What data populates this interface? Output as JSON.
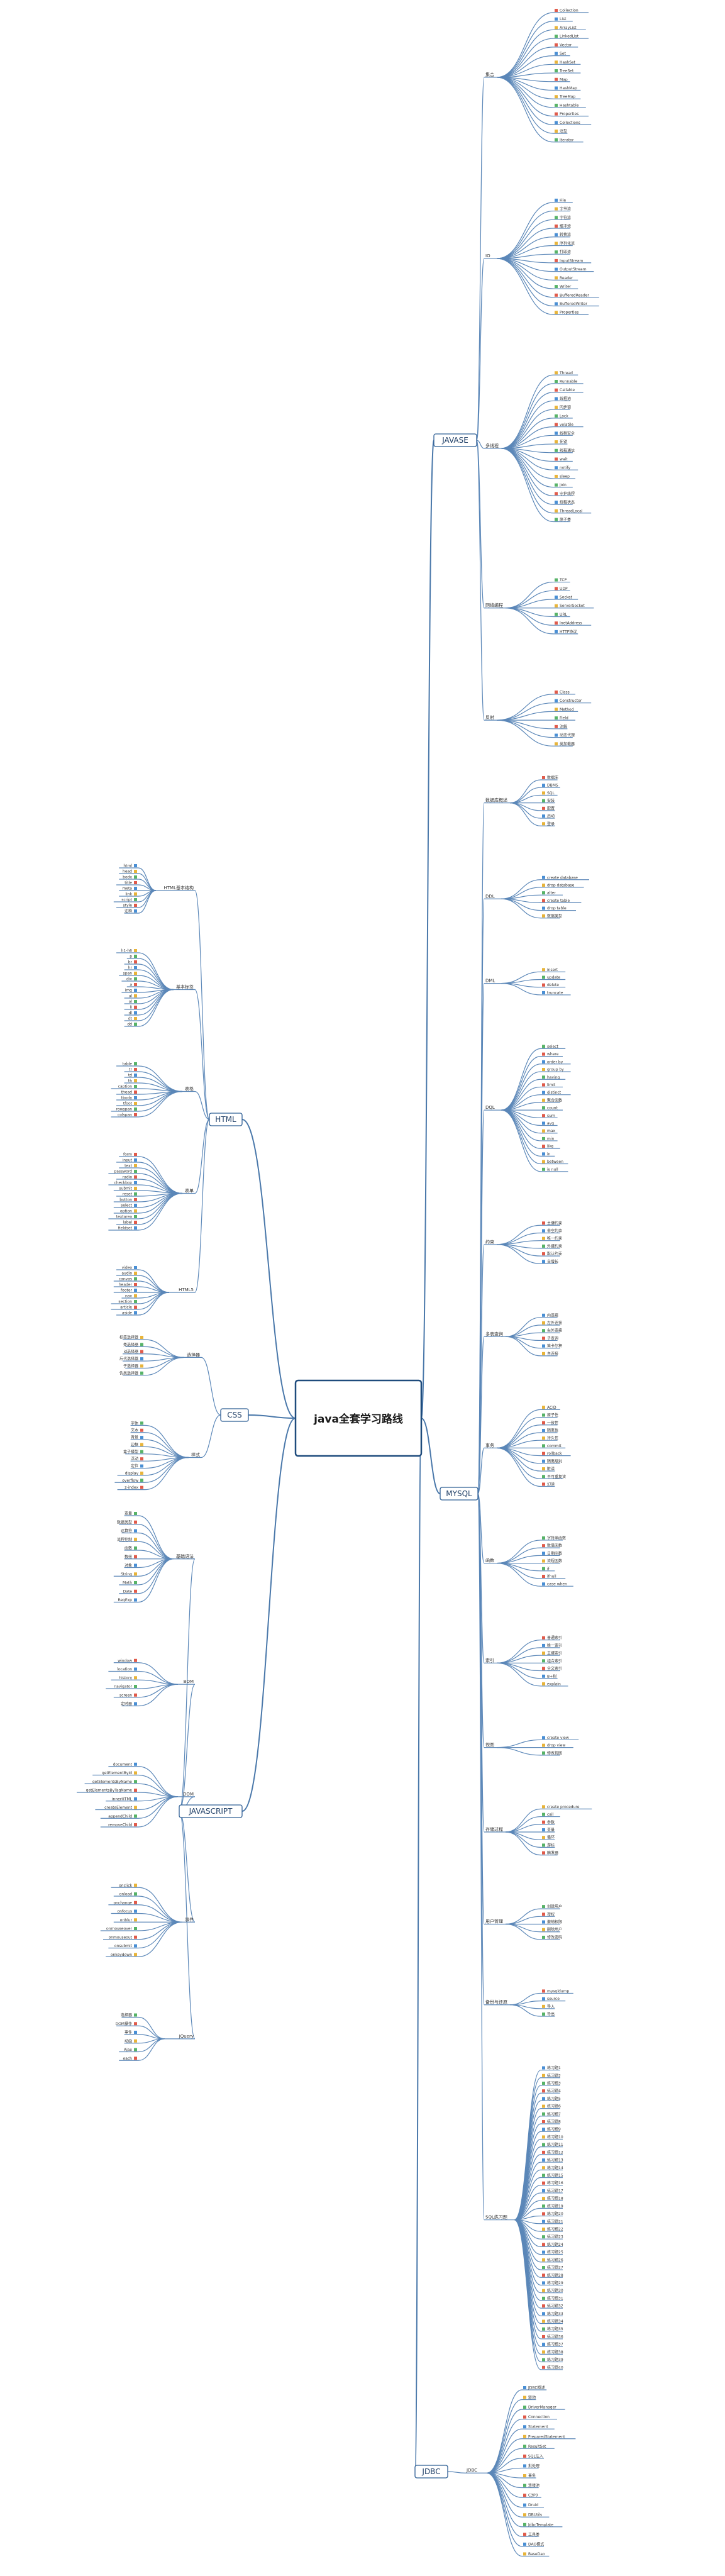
{
  "center": {
    "title": "java全套学习路线"
  },
  "branches": [
    {
      "id": "javase",
      "label": "JAVASE",
      "categories": [
        {
          "label": "集合",
          "leaves": [
            "Collection",
            "List",
            "ArrayList",
            "LinkedList",
            "Vector",
            "Set",
            "HashSet",
            "TreeSet",
            "Map",
            "HashMap",
            "TreeMap",
            "Hashtable",
            "Properties",
            "Collections",
            "泛型",
            "Iterator"
          ]
        },
        {
          "label": "IO",
          "leaves": [
            "File",
            "字节流",
            "字符流",
            "缓冲流",
            "转换流",
            "序列化流",
            "打印流",
            "InputStream",
            "OutputStream",
            "Reader",
            "Writer",
            "BufferedReader",
            "BufferedWriter",
            "Properties"
          ]
        },
        {
          "label": "多线程",
          "leaves": [
            "Thread",
            "Runnable",
            "Callable",
            "线程池",
            "同步锁",
            "Lock",
            "volatile",
            "线程安全",
            "死锁",
            "线程通信",
            "wait",
            "notify",
            "sleep",
            "join",
            "守护线程",
            "线程状态",
            "ThreadLocal",
            "原子类"
          ]
        },
        {
          "label": "网络编程",
          "leaves": [
            "TCP",
            "UDP",
            "Socket",
            "ServerSocket",
            "URL",
            "InetAddress",
            "HTTP协议"
          ]
        },
        {
          "label": "反射",
          "leaves": [
            "Class",
            "Constructor",
            "Method",
            "Field",
            "注解",
            "动态代理",
            "类加载器"
          ]
        }
      ]
    },
    {
      "id": "html",
      "label": "HTML",
      "categories": [
        {
          "label": "HTML基本结构",
          "leaves": [
            "html",
            "head",
            "body",
            "title",
            "meta",
            "link",
            "script",
            "style",
            "注释"
          ]
        },
        {
          "label": "基本标签",
          "leaves": [
            "h1-h6",
            "p",
            "br",
            "hr",
            "span",
            "div",
            "a",
            "img",
            "ul",
            "ol",
            "li",
            "dl",
            "dt",
            "dd"
          ]
        },
        {
          "label": "表格",
          "leaves": [
            "table",
            "tr",
            "td",
            "th",
            "caption",
            "thead",
            "tbody",
            "tfoot",
            "rowspan",
            "colspan"
          ]
        },
        {
          "label": "表单",
          "leaves": [
            "form",
            "input",
            "text",
            "password",
            "radio",
            "checkbox",
            "submit",
            "reset",
            "button",
            "select",
            "option",
            "textarea",
            "label",
            "fieldset"
          ]
        },
        {
          "label": "HTML5",
          "leaves": [
            "video",
            "audio",
            "canvas",
            "header",
            "footer",
            "nav",
            "section",
            "article",
            "aside"
          ]
        }
      ]
    },
    {
      "id": "css",
      "label": "CSS",
      "categories": [
        {
          "label": "选择器",
          "leaves": [
            "标签选择器",
            "类选择器",
            "id选择器",
            "后代选择器",
            "子选择器",
            "伪类选择器"
          ]
        },
        {
          "label": "样式",
          "leaves": [
            "字体",
            "文本",
            "背景",
            "边框",
            "盒子模型",
            "浮动",
            "定位",
            "display",
            "overflow",
            "z-index"
          ]
        }
      ]
    },
    {
      "id": "javascript",
      "label": "JAVASCRIPT",
      "categories": [
        {
          "label": "基础语法",
          "leaves": [
            "变量",
            "数据类型",
            "运算符",
            "流程控制",
            "函数",
            "数组",
            "对象",
            "String",
            "Math",
            "Date",
            "RegExp"
          ]
        },
        {
          "label": "BOM",
          "leaves": [
            "window",
            "location",
            "history",
            "navigator",
            "screen",
            "定时器"
          ]
        },
        {
          "label": "DOM",
          "leaves": [
            "document",
            "getElementById",
            "getElementsByName",
            "getElementsByTagName",
            "innerHTML",
            "createElement",
            "appendChild",
            "removeChild"
          ]
        },
        {
          "label": "事件",
          "leaves": [
            "onclick",
            "onload",
            "onchange",
            "onfocus",
            "onblur",
            "onmouseover",
            "onmouseout",
            "onsubmit",
            "onkeydown"
          ]
        },
        {
          "label": "jQuery",
          "leaves": [
            "选择器",
            "DOM操作",
            "事件",
            "动画",
            "Ajax",
            "each"
          ]
        }
      ]
    },
    {
      "id": "mysql",
      "label": "MYSQL",
      "categories": [
        {
          "label": "数据库概述",
          "leaves": [
            "数据库",
            "DBMS",
            "SQL",
            "安装",
            "配置",
            "启动",
            "登录"
          ]
        },
        {
          "label": "DDL",
          "leaves": [
            "create database",
            "drop database",
            "alter",
            "create table",
            "drop table",
            "数据类型"
          ]
        },
        {
          "label": "DML",
          "leaves": [
            "insert",
            "update",
            "delete",
            "truncate"
          ]
        },
        {
          "label": "DQL",
          "leaves": [
            "select",
            "where",
            "order by",
            "group by",
            "having",
            "limit",
            "distinct",
            "聚合函数",
            "count",
            "sum",
            "avg",
            "max",
            "min",
            "like",
            "in",
            "between",
            "is null"
          ]
        },
        {
          "label": "约束",
          "leaves": [
            "主键约束",
            "非空约束",
            "唯一约束",
            "外键约束",
            "默认约束",
            "自增长"
          ]
        },
        {
          "label": "多表查询",
          "leaves": [
            "内连接",
            "左外连接",
            "右外连接",
            "子查询",
            "笛卡尔积",
            "自连接"
          ]
        },
        {
          "label": "事务",
          "leaves": [
            "ACID",
            "原子性",
            "一致性",
            "隔离性",
            "持久性",
            "commit",
            "rollback",
            "隔离级别",
            "脏读",
            "不可重复读",
            "幻读"
          ]
        },
        {
          "label": "函数",
          "leaves": [
            "字符串函数",
            "数值函数",
            "日期函数",
            "流程函数",
            "if",
            "ifnull",
            "case when"
          ]
        },
        {
          "label": "索引",
          "leaves": [
            "普通索引",
            "唯一索引",
            "主键索引",
            "组合索引",
            "全文索引",
            "B+树",
            "explain"
          ]
        },
        {
          "label": "视图",
          "leaves": [
            "create view",
            "drop view",
            "修改视图"
          ]
        },
        {
          "label": "存储过程",
          "leaves": [
            "create procedure",
            "call",
            "参数",
            "变量",
            "循环",
            "游标",
            "触发器"
          ]
        },
        {
          "label": "用户管理",
          "leaves": [
            "创建用户",
            "授权",
            "撤销权限",
            "删除用户",
            "修改密码"
          ]
        },
        {
          "label": "备份与还原",
          "leaves": [
            "mysqldump",
            "source",
            "导入",
            "导出"
          ]
        },
        {
          "label": "SQL练习题",
          "leaves": [
            "练习题1",
            "练习题2",
            "练习题3",
            "练习题4",
            "练习题5",
            "练习题6",
            "练习题7",
            "练习题8",
            "练习题9",
            "练习题10",
            "练习题11",
            "练习题12",
            "练习题13",
            "练习题14",
            "练习题15",
            "练习题16",
            "练习题17",
            "练习题18",
            "练习题19",
            "练习题20",
            "练习题21",
            "练习题22",
            "练习题23",
            "练习题24",
            "练习题25",
            "练习题26",
            "练习题27",
            "练习题28",
            "练习题29",
            "练习题30",
            "练习题31",
            "练习题32",
            "练习题33",
            "练习题34",
            "练习题35",
            "练习题36",
            "练习题37",
            "练习题38",
            "练习题39",
            "练习题40"
          ]
        }
      ]
    },
    {
      "id": "jdbc",
      "label": "JDBC",
      "categories": [
        {
          "label": "JDBC",
          "leaves": [
            "JDBC概述",
            "驱动",
            "DriverManager",
            "Connection",
            "Statement",
            "PreparedStatement",
            "ResultSet",
            "SQL注入",
            "批处理",
            "事务",
            "连接池",
            "C3P0",
            "Druid",
            "DBUtils",
            "JdbcTemplate",
            "工具类",
            "DAO模式",
            "BaseDao"
          ]
        }
      ]
    }
  ]
}
